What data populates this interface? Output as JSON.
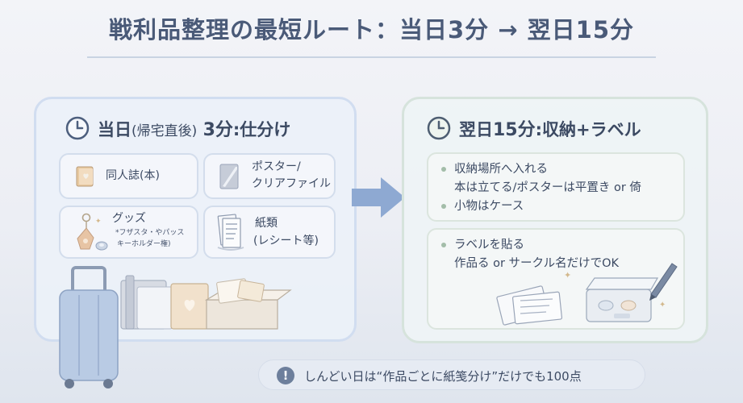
{
  "title": "戦利品整理の最短ルート：当日3分 → 翌日15分",
  "left_panel": {
    "heading_main": "当日",
    "heading_paren": "(帰宅直後)",
    "heading_time": "3分",
    "heading_rest": ":仕分け",
    "cards": [
      {
        "label": "同人誌(本)"
      },
      {
        "label": "ポスター/",
        "label2": "クリアファイル"
      },
      {
        "label": "グッズ",
        "sub1": "*フザスタ・やパッス",
        "sub2": "キーホルダー権)"
      },
      {
        "label": "紙類",
        "label2": "(レシート等)"
      }
    ]
  },
  "right_panel": {
    "heading_main": "翌日",
    "heading_time": "15分",
    "heading_rest": ":収納+ラベル",
    "box1": {
      "lines": [
        "収納場所へ入れる",
        "本は立てる/ポスターは平置き or 倚",
        "小物はケース"
      ]
    },
    "box2": {
      "lines": [
        "ラベルを貼る",
        "作品る or サークル名だけでOK"
      ]
    }
  },
  "note": {
    "icon": "!",
    "text": "しんどい日は“作品ごとに紙笺分け”だけでも100点"
  },
  "colors": {
    "title": "#4a5a78",
    "text": "#3c4a63",
    "left_border": "#d1ddf0",
    "right_border": "#d6e3dc",
    "arrow": "#8ea9d2",
    "bullet": "#a3bda9"
  }
}
